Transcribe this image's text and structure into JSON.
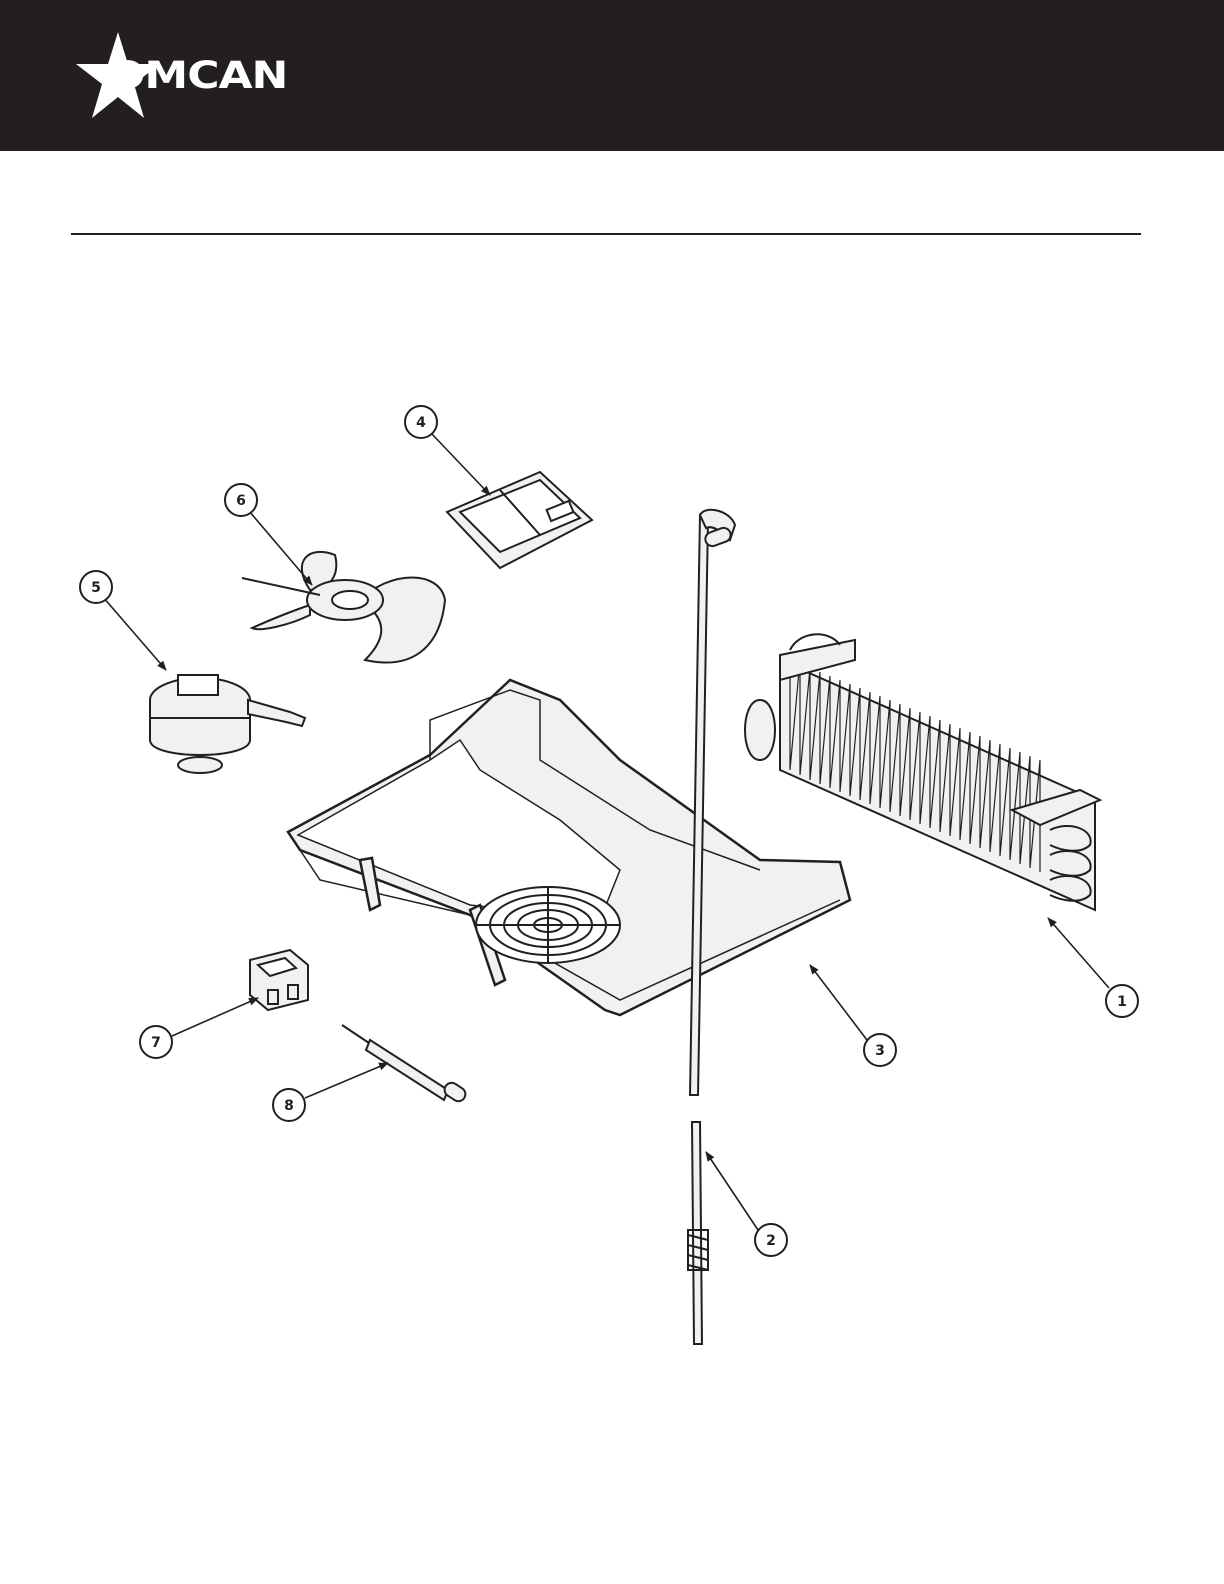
{
  "brand": {
    "name": "OMCAN",
    "logo_icon": "star-icon"
  },
  "callouts": [
    {
      "id": 1,
      "label": "1"
    },
    {
      "id": 2,
      "label": "2"
    },
    {
      "id": 3,
      "label": "3"
    },
    {
      "id": 4,
      "label": "4"
    },
    {
      "id": 5,
      "label": "5"
    },
    {
      "id": 6,
      "label": "6"
    },
    {
      "id": 7,
      "label": "7"
    },
    {
      "id": 8,
      "label": "8"
    }
  ],
  "colors": {
    "header": "#231f20",
    "line": "#231f20",
    "part_fill": "#f1f1f1"
  }
}
